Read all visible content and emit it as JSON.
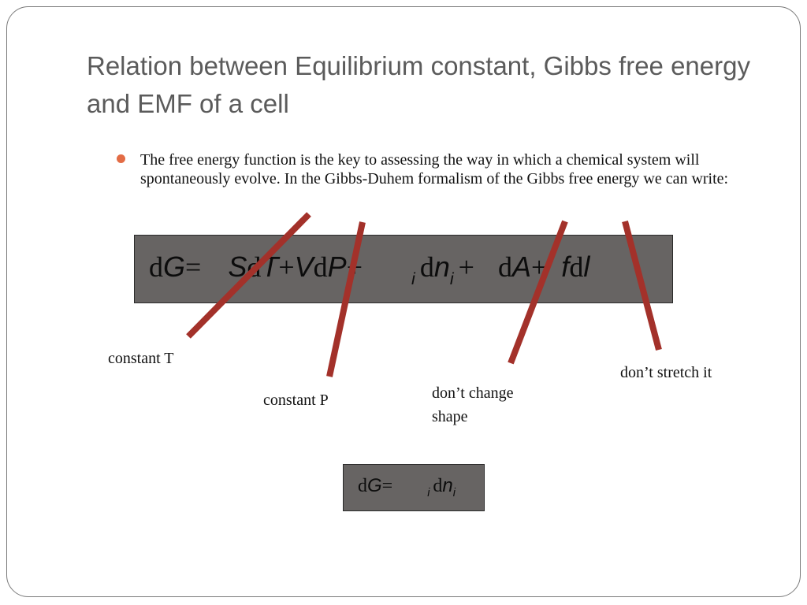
{
  "slide": {
    "title": "Relation between Equilibrium constant, Gibbs free energy and EMF of a cell",
    "bullet": "The free energy function is the key to assessing the way in which a chemical system will spontaneously evolve. In the Gibbs-Duhem formalism of the Gibbs free energy we can write:"
  },
  "equation_main": {
    "t1": "d",
    "t2": "G",
    "t3": "=",
    "t4": "S",
    "t5": "d",
    "t6": "T",
    "t7": "+",
    "t8": "V",
    "t9": "d",
    "t10": "P",
    "t11": "+",
    "t12": "i",
    "t13": "d",
    "t14": "n",
    "t15": "i",
    "t16": "+",
    "t17": "d",
    "t18": "A",
    "t19": "+",
    "t20": "f",
    "t21": "d",
    "t22": "l"
  },
  "equation_small": {
    "t1": "d",
    "t2": "G",
    "t3": "=",
    "t4": "i",
    "t5": "d",
    "t6": "n",
    "t7": "i"
  },
  "annotations": {
    "constant_t": "constant T",
    "constant_p": "constant P",
    "dont_change_shape": "don’t change shape",
    "dont_stretch": "don’t stretch it"
  },
  "colors": {
    "bullet": "#e36c45",
    "strike": "#a3312a",
    "equation_box": "#676463",
    "title": "#5b5b5b"
  }
}
